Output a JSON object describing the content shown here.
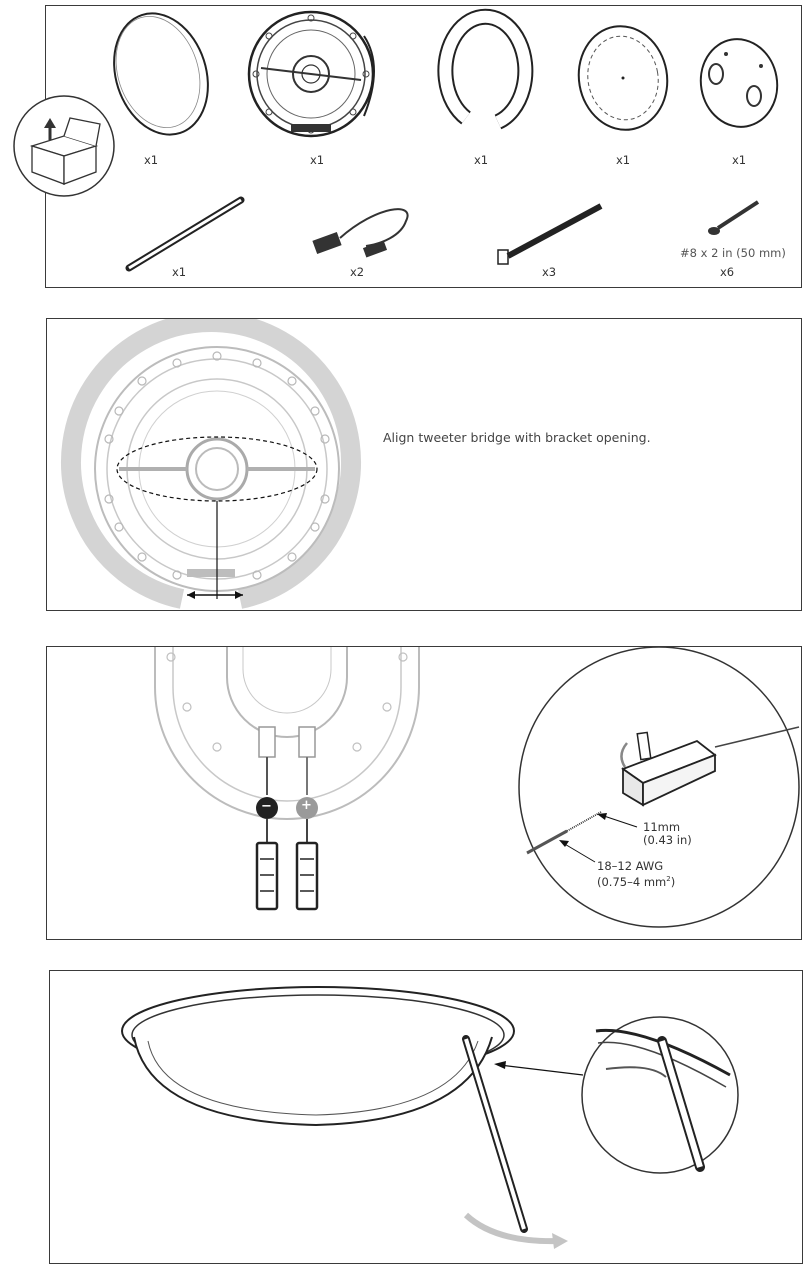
{
  "parts": {
    "grille": {
      "qty": "x1"
    },
    "speaker": {
      "qty": "x1"
    },
    "bracket": {
      "qty": "x1"
    },
    "template": {
      "qty": "x1"
    },
    "cover": {
      "qty": "x1"
    },
    "tool": {
      "qty": "x1"
    },
    "connector": {
      "qty": "x2"
    },
    "cable_tie": {
      "qty": "x3"
    },
    "screw": {
      "qty": "x6",
      "spec": "#8 x 2 in (50 mm)"
    }
  },
  "step_align": {
    "instruction": "Align tweeter bridge with bracket opening."
  },
  "step_wiring": {
    "negative": "−",
    "positive": "+",
    "strip_length_line1": "11mm",
    "strip_length_line2": "(0.43 in)",
    "wire_gauge_line1": "18–12 AWG",
    "wire_gauge_line2": "(0.75–4 mm",
    "wire_gauge_sup": "2",
    "wire_gauge_close": ")"
  }
}
